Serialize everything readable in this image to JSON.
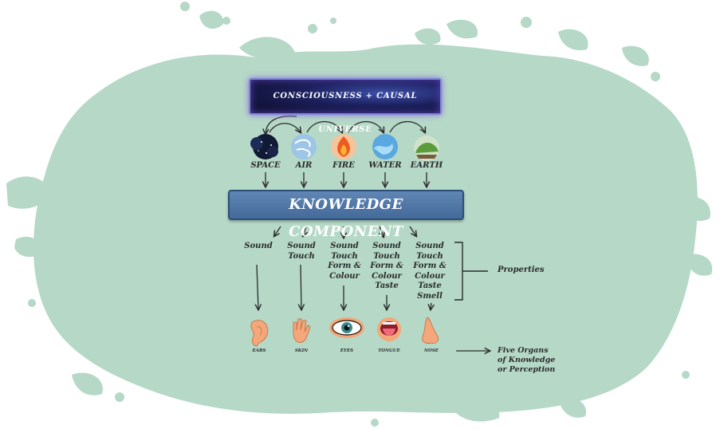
{
  "top_banner": "CONSCIOUSNESS + CAUSAL UNIVERSE",
  "elements": [
    {
      "label": "SPACE",
      "icon": "space-icon"
    },
    {
      "label": "AIR",
      "icon": "air-icon"
    },
    {
      "label": "FIRE",
      "icon": "fire-icon"
    },
    {
      "label": "WATER",
      "icon": "water-icon"
    },
    {
      "label": "EARTH",
      "icon": "earth-icon"
    }
  ],
  "knowledge_component": "KNOWLEDGE COMPONENT",
  "properties": [
    [
      "Sound"
    ],
    [
      "Sound",
      "Touch"
    ],
    [
      "Sound",
      "Touch",
      "Form &",
      "Colour"
    ],
    [
      "Sound",
      "Touch",
      "Form &",
      "Colour",
      "Taste"
    ],
    [
      "Sound",
      "Touch",
      "Form &",
      "Colour",
      "Taste",
      "Smell"
    ]
  ],
  "properties_label": "Properties",
  "organs": [
    {
      "label": "EARS",
      "icon": "ear-icon"
    },
    {
      "label": "SKIN",
      "icon": "hand-icon"
    },
    {
      "label": "EYES",
      "icon": "eye-icon"
    },
    {
      "label": "TONGUE",
      "icon": "tongue-icon"
    },
    {
      "label": "NOSE",
      "icon": "nose-icon"
    }
  ],
  "organs_label": [
    "Five Organs",
    "of Knowledge",
    "or Perception"
  ],
  "colors": {
    "background_splash": "#b5d8c7",
    "knowledge_box": "#4f77a6",
    "banner": "#14163f",
    "text": "#2b2b2b"
  }
}
